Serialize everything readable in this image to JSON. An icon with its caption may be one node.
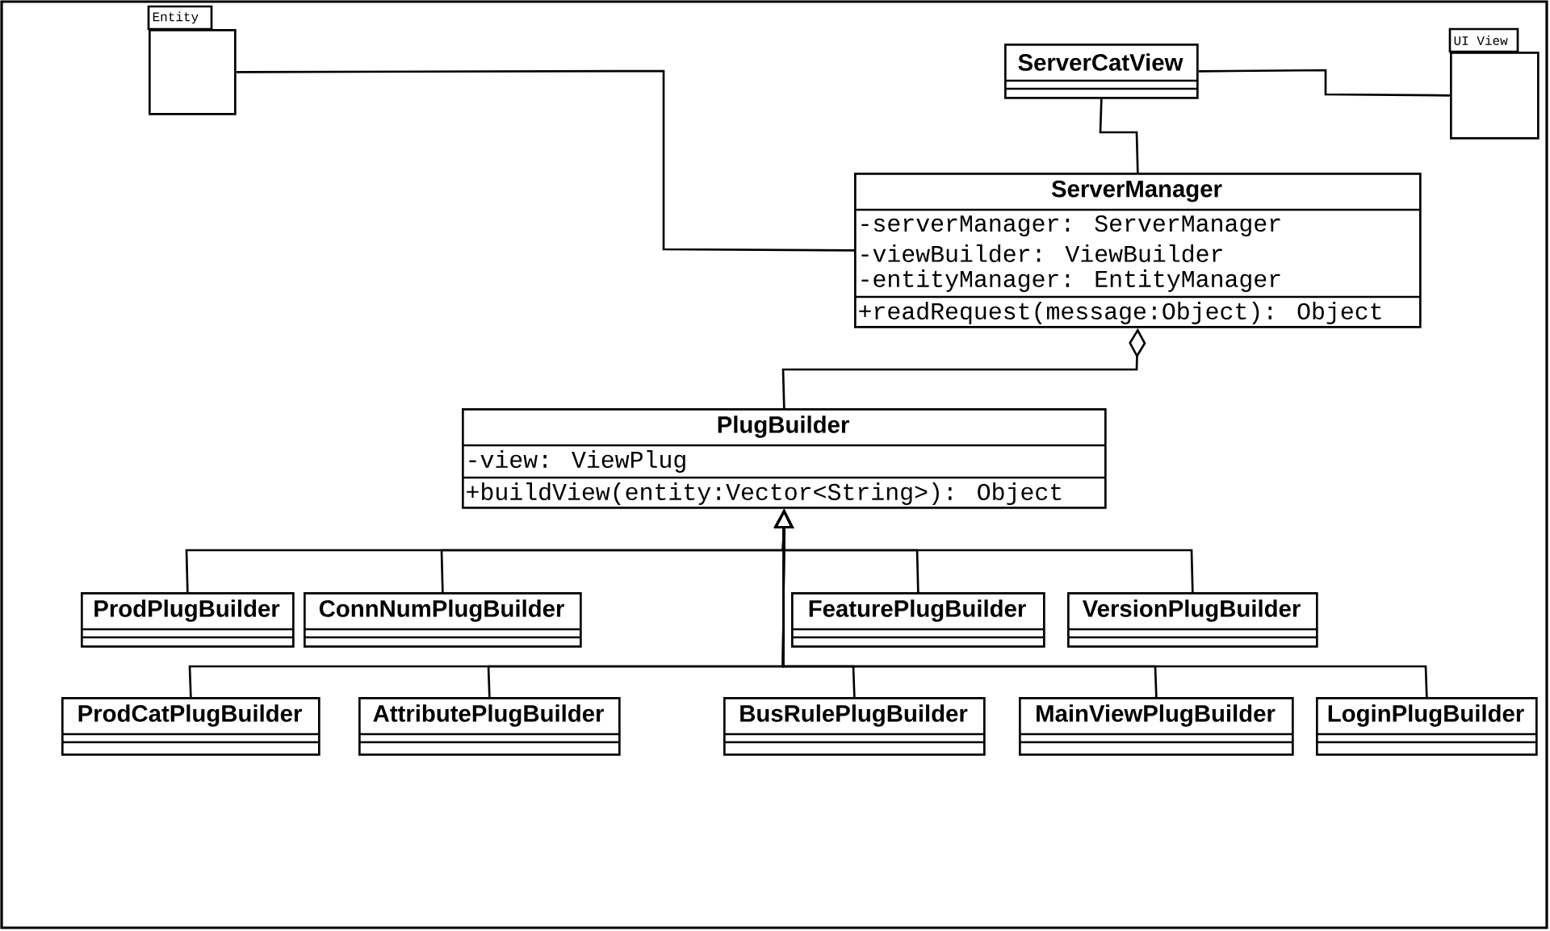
{
  "diagram": {
    "nodes": [
      {
        "text": [
          "Entity"
        ]
      },
      {
        "text": [
          "UI View"
        ]
      },
      {
        "text": [
          "ServerCatView"
        ]
      },
      {
        "text": [
          "ServerManager",
          "-serverManager: ServerManager",
          "-viewBuilder: ViewBuilder",
          "-entityManager: EntityManager",
          "+readRequest(message:Object): Object"
        ]
      },
      {
        "text": [
          "PlugBuilder",
          "-view: ViewPlug",
          "+buildView(entity:Vector<String>): Object"
        ]
      },
      {
        "text": [
          "ProdPlugBuilder"
        ]
      },
      {
        "text": [
          "ConnNumPlugBuilder"
        ]
      },
      {
        "text": [
          "FeaturePlugBuilder"
        ]
      },
      {
        "text": [
          "VersionPlugBuilder"
        ]
      },
      {
        "text": [
          "ProdCatPlugBuilder"
        ]
      },
      {
        "text": [
          "AttributePlugBuilder"
        ]
      },
      {
        "text": [
          "BusRulePlugBuilder"
        ]
      },
      {
        "text": [
          "MainViewPlugBuilder"
        ]
      },
      {
        "text": [
          "LoginPlugBuilder"
        ]
      }
    ],
    "edges": [
      {
        "from": 0,
        "to": 3,
        "arrow": "none"
      },
      {
        "from": 2,
        "to": 1,
        "arrow": "none"
      },
      {
        "from": 2,
        "to": 3,
        "arrow": "none"
      },
      {
        "from": 4,
        "to": 3,
        "arrow": "other"
      },
      {
        "from": 5,
        "to": 4,
        "arrow": "to"
      },
      {
        "from": 6,
        "to": 4,
        "arrow": "to"
      },
      {
        "from": 7,
        "to": 4,
        "arrow": "to"
      },
      {
        "from": 8,
        "to": 4,
        "arrow": "to"
      },
      {
        "from": 9,
        "to": 4,
        "arrow": "to"
      },
      {
        "from": 10,
        "to": 4,
        "arrow": "to"
      },
      {
        "from": 11,
        "to": 4,
        "arrow": "to"
      },
      {
        "from": 12,
        "to": 4,
        "arrow": "to"
      },
      {
        "from": 13,
        "to": 4,
        "arrow": "to"
      }
    ]
  }
}
